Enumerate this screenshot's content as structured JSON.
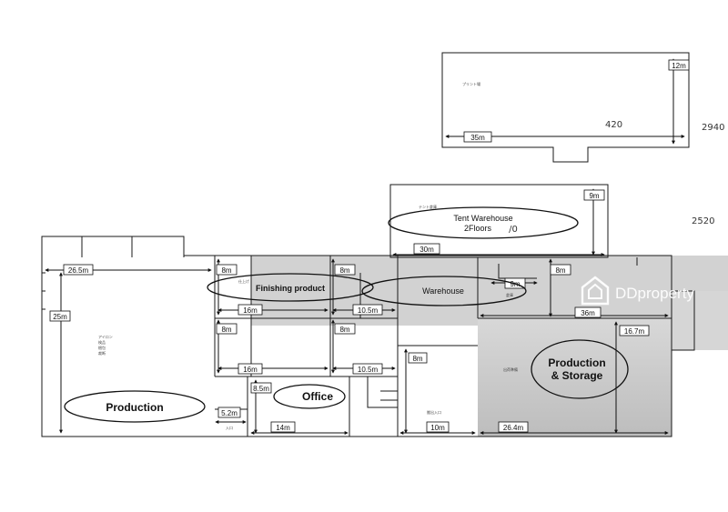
{
  "labels": {
    "tent_warehouse_line1": "Tent Warehouse",
    "tent_warehouse_line2": "2Floors",
    "finishing_product": "Finishing product",
    "warehouse": "Warehouse",
    "production_storage_line1": "Production",
    "production_storage_line2": "& Storage",
    "production": "Production",
    "office": "Office"
  },
  "dimensions": {
    "top_height": "12m",
    "top_width": "35m",
    "tent_height": "9m",
    "tent_width": "30m",
    "prod_width": "26.5m",
    "prod_height": "25m",
    "fin_8m_top": "8m",
    "fin_8m_mid": "8m",
    "wh_8m_top": "8m",
    "wh_8m_mid": "8m",
    "wh_9m": "9m",
    "ps_8m": "8m",
    "fin_16m_top": "16m",
    "fin_16m_bot": "16m",
    "wh_105_top": "10.5m",
    "wh_105_bot": "10.5m",
    "ps_36m": "36m",
    "ps_167m": "16.7m",
    "ent_8m": "8m",
    "office_85m": "8.5m",
    "prod_52m": "5.2m",
    "office_14m": "14m",
    "ent_10m": "10m",
    "ps_264m": "26.4m"
  },
  "annotations": {
    "top_note": "420",
    "top_right_note": "2940",
    "tent_right_note": "2520",
    "tent_suffix": "/0"
  },
  "small_text": {
    "top_room": "プリント場",
    "tent_room": "テント倉庫",
    "prod_room_1": "アイロン",
    "prod_room_2": "検品",
    "prod_room_3": "梱包",
    "prod_room_4": "裁断",
    "fin_room": "仕上げ",
    "ps_room": "出荷準備",
    "entrance_left": "入口",
    "entrance_mid": "搬出入口",
    "wh_room": "倉庫"
  },
  "watermark": {
    "brand": "DDproperty"
  },
  "colors": {
    "shade": "#d2d2d2",
    "shade_dark": "#c3c3c3",
    "line": "#1a1a1a",
    "watermark": "#ffffff"
  }
}
